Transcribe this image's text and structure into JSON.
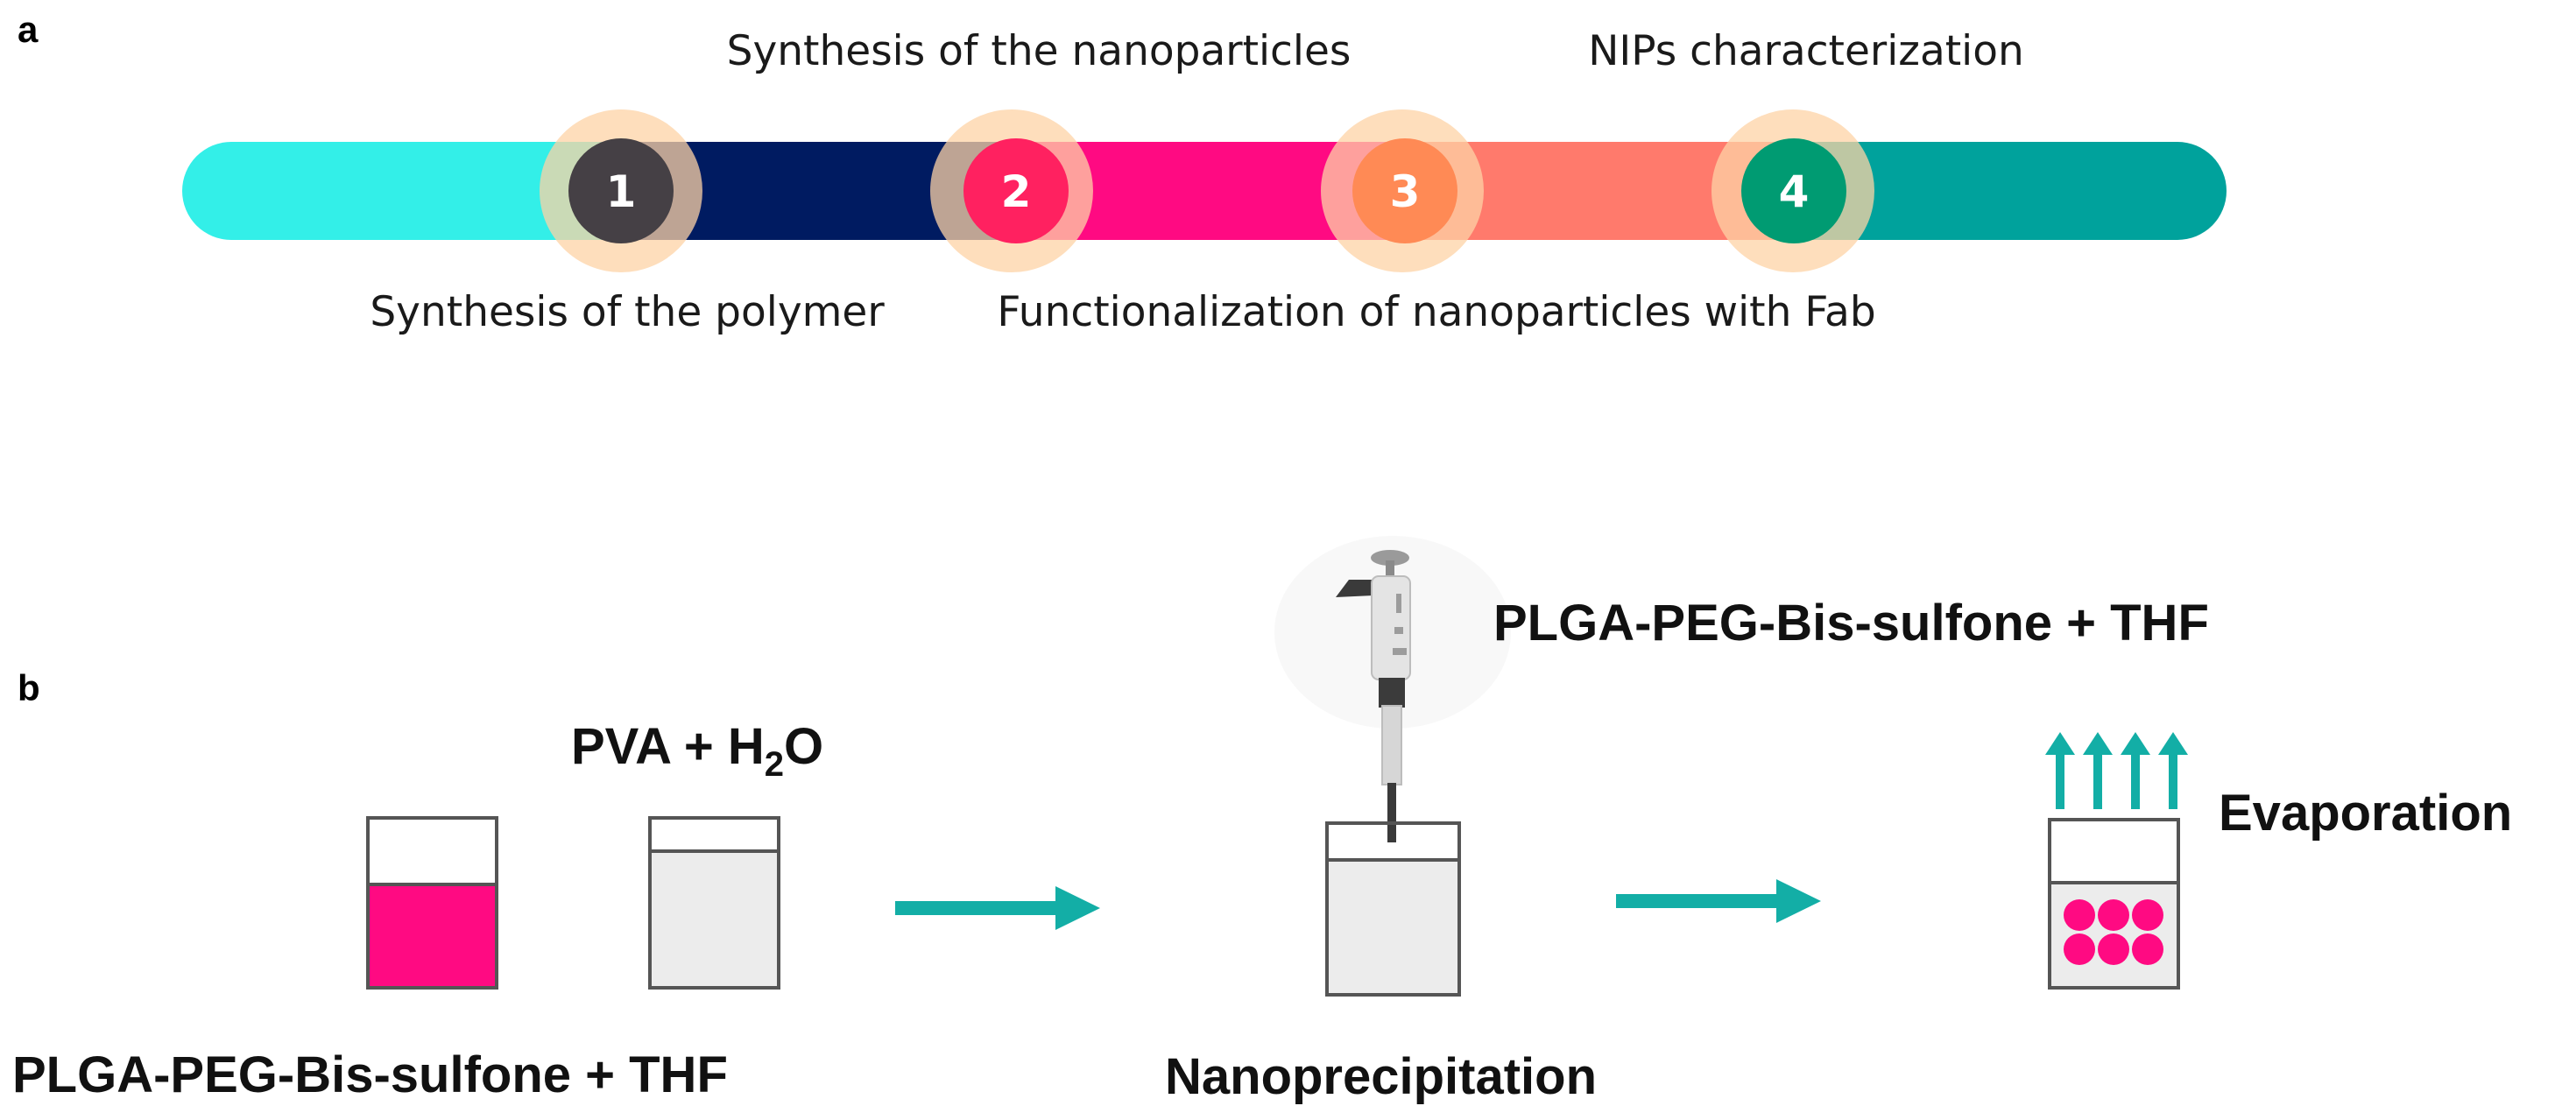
{
  "panel_a": {
    "letter": "a",
    "steps": [
      {
        "number": "1",
        "label": "Synthesis of the polymer",
        "color": "#454045"
      },
      {
        "number": "2",
        "label": "Synthesis of the nanoparticles",
        "color": "#ff2160"
      },
      {
        "number": "3",
        "label": "Functionalization of nanoparticles with Fab",
        "color": "#ff8a55"
      },
      {
        "number": "4",
        "label": "NIPs characterization",
        "color": "#009b72"
      }
    ],
    "bar_colors": [
      "#33efe8",
      "#001b61",
      "#ff0a82",
      "#ff7a6c",
      "#00a29c"
    ],
    "halo_color": "#fdd3a6"
  },
  "panel_b": {
    "letter": "b",
    "beaker1_label": "PLGA-PEG-Bis-sulfone + THF",
    "beaker2_label_main": "PVA + H",
    "beaker2_label_sub": "2",
    "beaker2_label_tail": "O",
    "pipette_label": "PLGA-PEG-Bis-sulfone + THF",
    "step2_label": "Nanoprecipitation",
    "step3_label": "Evaporation",
    "magenta": "#ff0a82",
    "teal": "#13aea6",
    "liquid_gray": "#ececec"
  }
}
